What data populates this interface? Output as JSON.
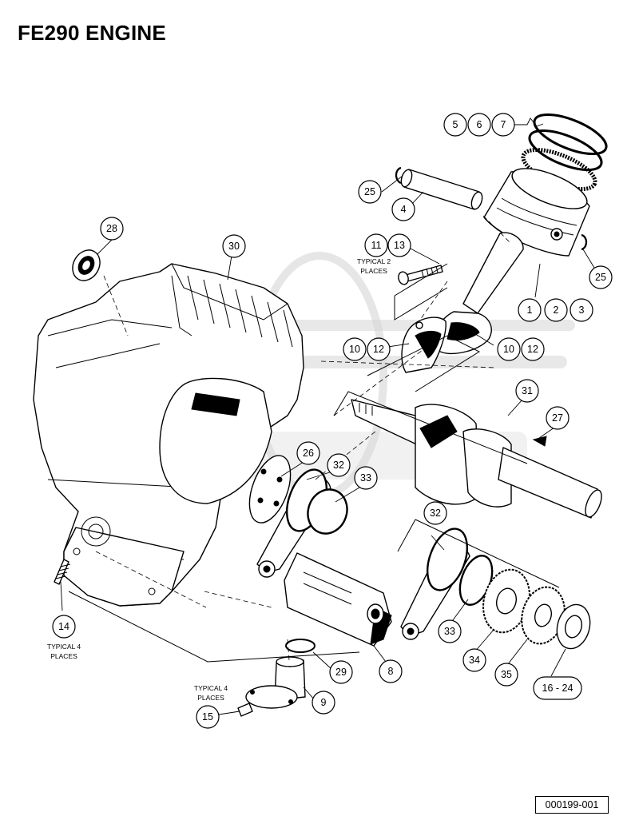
{
  "title": "FE290 ENGINE",
  "drawing_code": "000199-001",
  "callouts": {
    "c1": "1",
    "c2": "2",
    "c3": "3",
    "c4": "4",
    "c5": "5",
    "c6": "6",
    "c7": "7",
    "c8": "8",
    "c9": "9",
    "c10a": "10",
    "c12a": "12",
    "c10b": "10",
    "c12b": "12",
    "c11": "11",
    "c13": "13",
    "c14": "14",
    "c15": "15",
    "c16_24": "16 - 24",
    "c25a": "25",
    "c25b": "25",
    "c26": "26",
    "c27": "27",
    "c28": "28",
    "c29": "29",
    "c30": "30",
    "c31": "31",
    "c32a": "32",
    "c32b": "32",
    "c33a": "33",
    "c33b": "33",
    "c34": "34",
    "c35": "35"
  },
  "notes": {
    "typical2_line1": "TYPICAL 2",
    "typical2_line2": "PLACES",
    "typical4a_line1": "TYPICAL 4",
    "typical4a_line2": "PLACES",
    "typical4b_line1": "TYPICAL 4",
    "typical4b_line2": "PLACES"
  },
  "colors": {
    "ink": "#000000",
    "paper": "#ffffff",
    "watermark": "#d6d6d6"
  }
}
